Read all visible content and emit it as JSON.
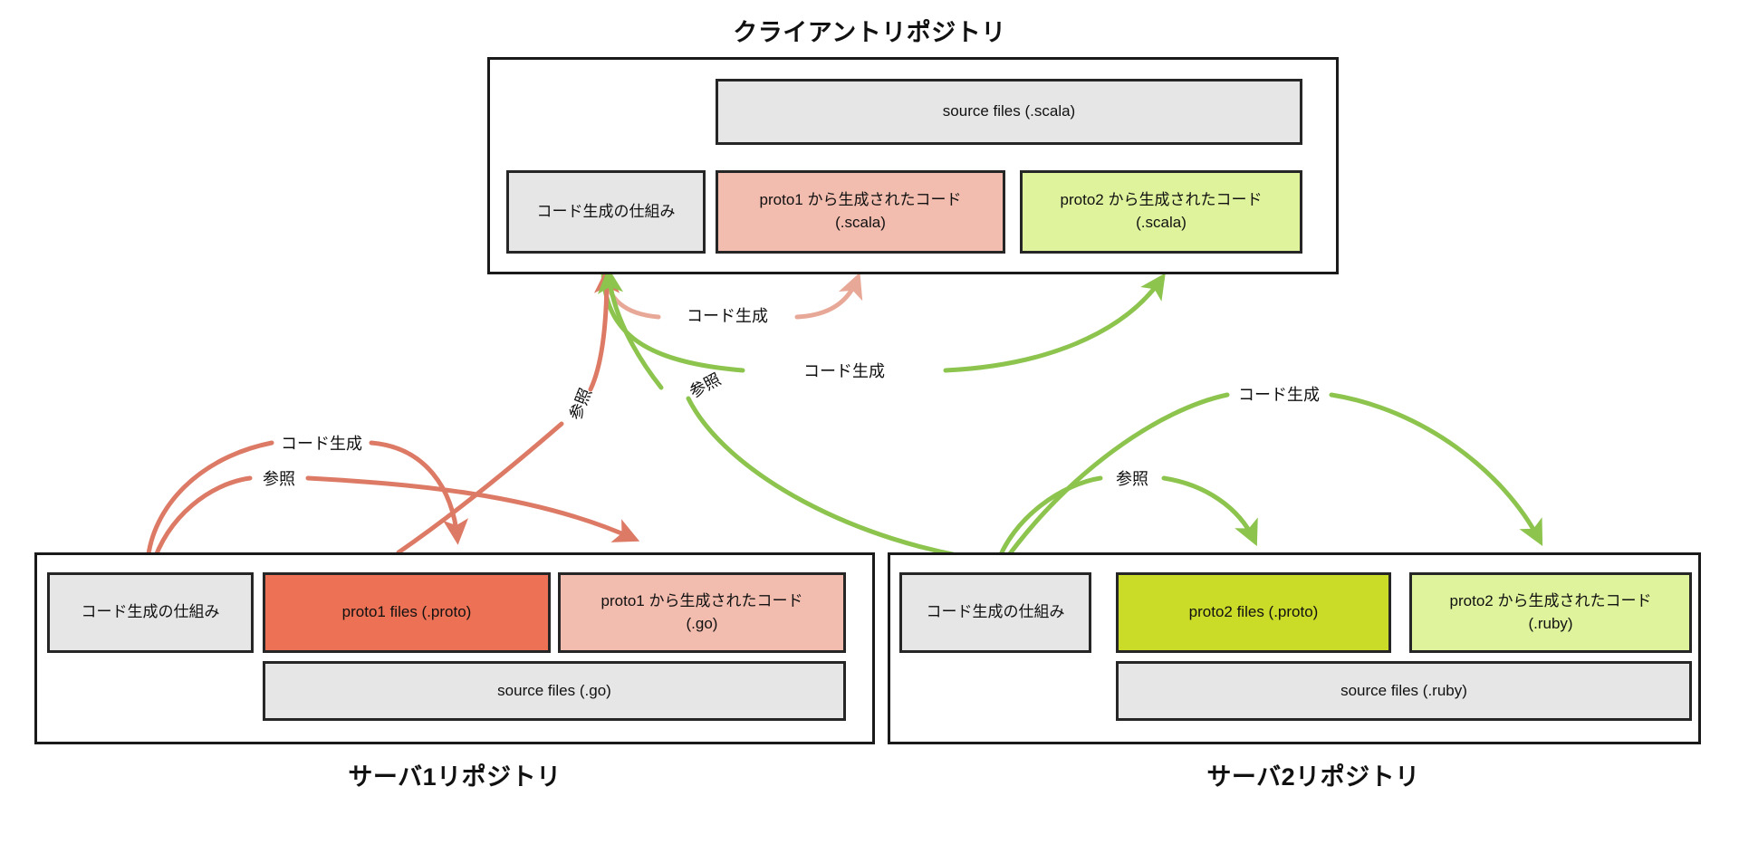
{
  "diagram": {
    "title_client": "クライアントリポジトリ",
    "title_server1": "サーバ1リポジトリ",
    "title_server2": "サーバ2リポジトリ",
    "colors": {
      "salmon_dark": "#ec7155",
      "salmon_light": "#f2bcaf",
      "lime_dark": "#cbdc28",
      "lime_light": "#dff39c",
      "grey": "#e6e6e6",
      "stroke": "#262626",
      "edge_salmon": "#dd7a66",
      "edge_salmon_pale": "#e8a898",
      "edge_lime": "#8cc councils"
    }
  },
  "client_repo": {
    "title": "クライアントリポジトリ",
    "nodes": [
      {
        "id": "client-source-files",
        "label": "source files (.scala)"
      },
      {
        "id": "client-codegen",
        "label": "コード生成の仕組み"
      },
      {
        "id": "client-proto1-gen",
        "label": "proto1 から生成されたコード\n(.scala)"
      },
      {
        "id": "client-proto2-gen",
        "label": "proto2 から生成されたコード\n(.scala)"
      }
    ]
  },
  "server1_repo": {
    "title": "サーバ1リポジトリ",
    "nodes": [
      {
        "id": "server1-codegen",
        "label": "コード生成の仕組み"
      },
      {
        "id": "server1-proto1",
        "label": "proto1 files (.proto)"
      },
      {
        "id": "server1-proto1-gen",
        "label": "proto1 から生成されたコード\n(.go)"
      },
      {
        "id": "server1-source",
        "label": "source files (.go)"
      }
    ]
  },
  "server2_repo": {
    "title": "サーバ2リポジトリ",
    "nodes": [
      {
        "id": "server2-codegen",
        "label": "コード生成の仕組み"
      },
      {
        "id": "server2-proto2",
        "label": "proto2 files (.proto)"
      },
      {
        "id": "server2-proto2-gen",
        "label": "proto2 から生成されたコード\n(.ruby)"
      },
      {
        "id": "server2-source",
        "label": "source files (.ruby)"
      }
    ]
  },
  "edges": [
    {
      "id": "e1",
      "label": "コード生成",
      "color": "#e8a898",
      "from": "client-codegen",
      "to": "client-proto1-gen"
    },
    {
      "id": "e2",
      "label": "コード生成",
      "color": "#8cc44e",
      "from": "client-codegen",
      "to": "client-proto2-gen"
    },
    {
      "id": "e3",
      "label": "参照",
      "color": "#dd7a66",
      "from": "server1-proto1",
      "to": "client-codegen"
    },
    {
      "id": "e4",
      "label": "参照",
      "color": "#8cc44e",
      "from": "server2-proto2",
      "to": "client-codegen"
    },
    {
      "id": "e5",
      "label": "コード生成",
      "color": "#dd7a66",
      "from": "server1-codegen",
      "to": "server1-proto1"
    },
    {
      "id": "e6",
      "label": "参照",
      "color": "#dd7a66",
      "from": "server1-proto1",
      "to": "server1-proto1-gen"
    },
    {
      "id": "e7",
      "label": "コード生成",
      "color": "#8cc44e",
      "from": "server2-codegen",
      "to": "server2-proto2-gen"
    },
    {
      "id": "e8",
      "label": "参照",
      "color": "#8cc44e",
      "from": "server2-proto2",
      "to": "server2-codegen"
    }
  ]
}
